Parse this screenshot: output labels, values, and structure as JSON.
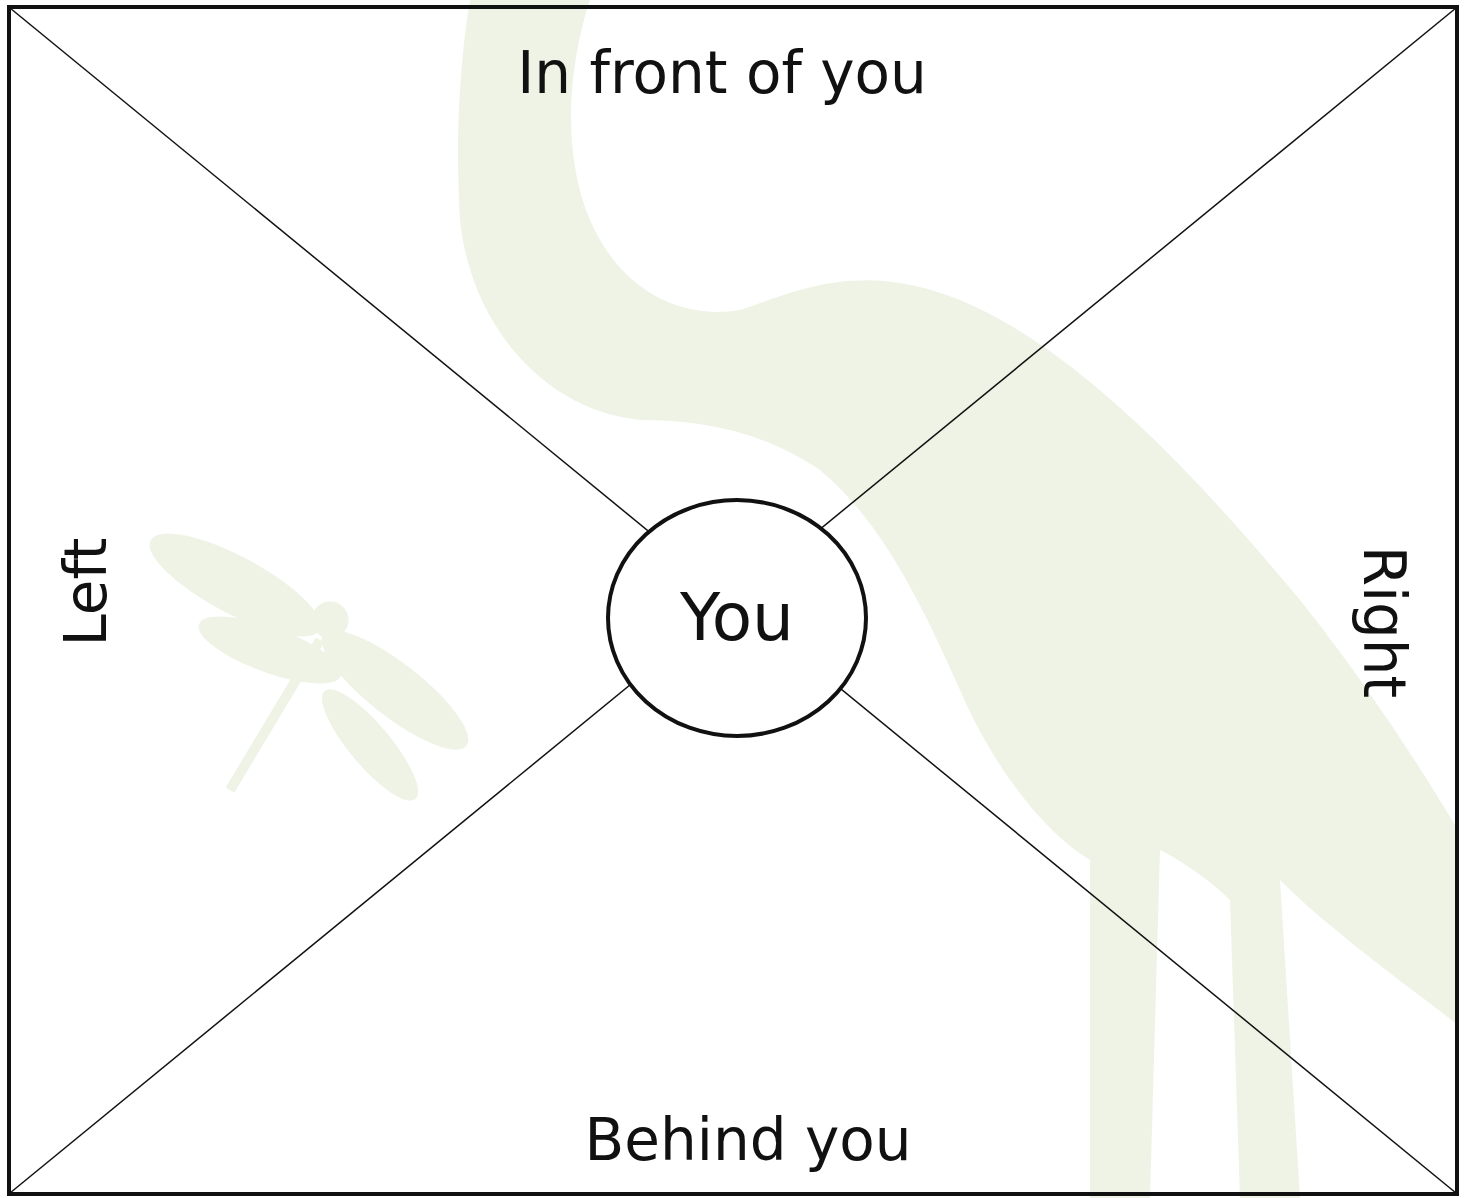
{
  "diagram": {
    "nodes": [
      {
        "text": [
          "You"
        ]
      }
    ],
    "labels": [
      "In front of you",
      "Left",
      "Right",
      "Behind you"
    ]
  }
}
